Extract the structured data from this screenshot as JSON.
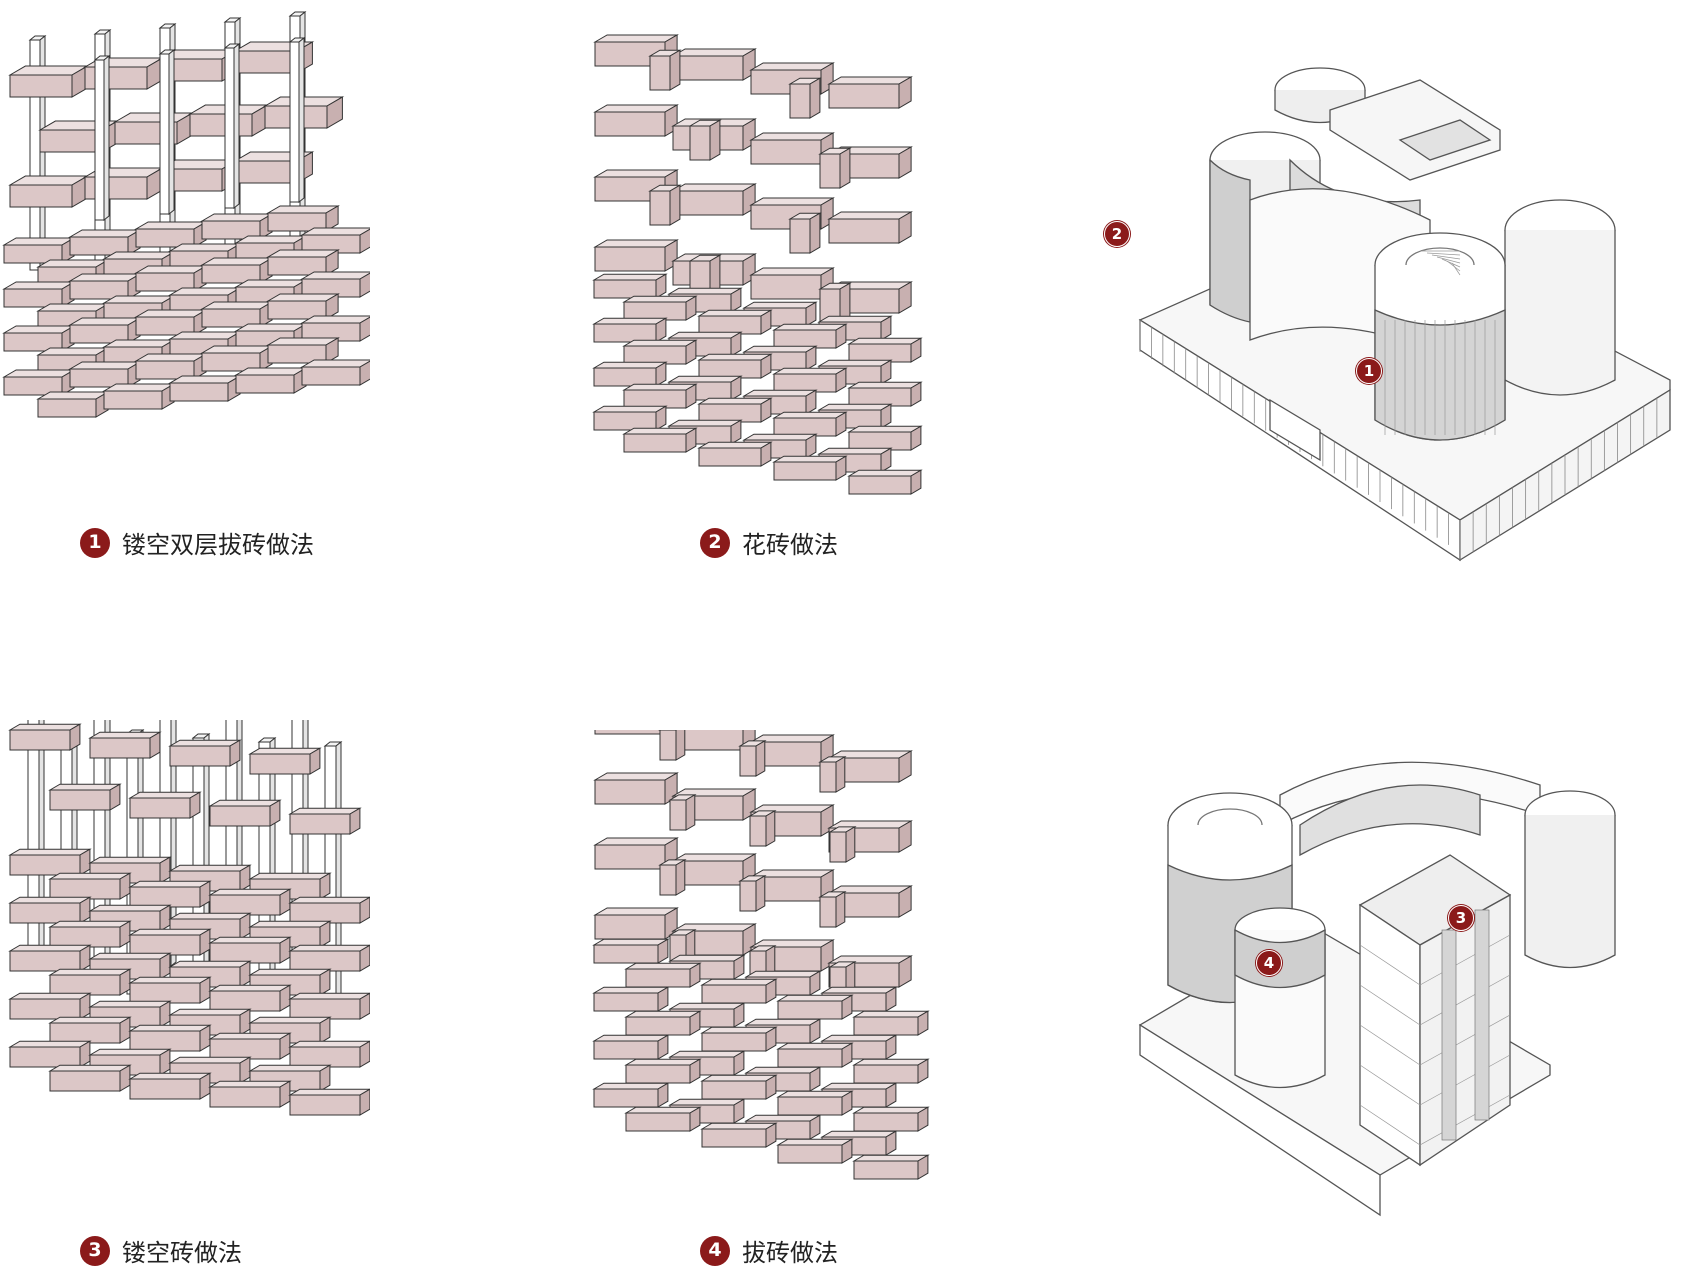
{
  "colors": {
    "accent": "#8b1a1a",
    "brick_face": "#dcc7c7",
    "brick_top": "#ece0e0",
    "brick_side": "#c8b0b0",
    "outline": "#333333"
  },
  "panels": [
    {
      "number": "1",
      "label": "镂空双层拔砖做法"
    },
    {
      "number": "2",
      "label": "花砖做法"
    },
    {
      "number": "3",
      "label": "镂空砖做法"
    },
    {
      "number": "4",
      "label": "拔砖做法"
    }
  ],
  "building_top": {
    "markers": [
      "1",
      "2"
    ]
  },
  "building_bottom": {
    "markers": [
      "3",
      "4"
    ]
  }
}
